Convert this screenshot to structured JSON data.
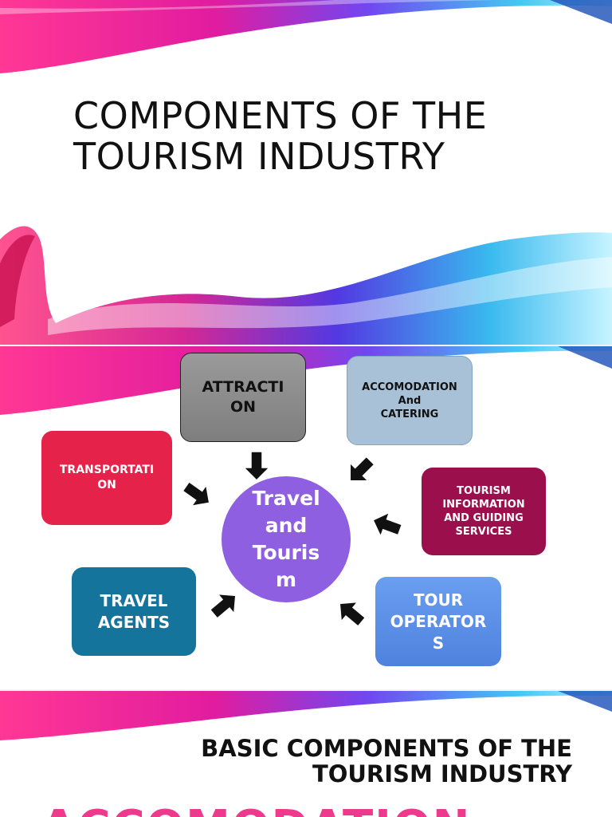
{
  "slide1": {
    "title": "COMPONENTS OF THE TOURISM INDUSTRY"
  },
  "slide2": {
    "center_label": "Travel\nand\nTouris\nm",
    "boxes": {
      "attraction": "ATTRACTI\nON",
      "accomodation": "ACCOMODATION\nAnd\nCATERING",
      "transportation": "TRANSPORTATI\nON",
      "tourism_info": "TOURISM\nINFORMATION\nAND GUIDING\nSERVICES",
      "travel_agents": "TRAVEL\nAGENTS",
      "tour_operators": "TOUR\nOPERATOR\nS"
    },
    "colors": {
      "attraction": "#8c8c8c",
      "accomodation": "#a9c1d6",
      "transportation": "#e5234a",
      "tourism_info": "#9c0f4d",
      "travel_agents": "#14749c",
      "tour_operators": "#5b8ee6",
      "center": "#8e5fe0"
    }
  },
  "slide3": {
    "title": "BASIC COMPONENTS OF THE TOURISM INDUSTRY",
    "heading": "ACCOMODATION"
  }
}
